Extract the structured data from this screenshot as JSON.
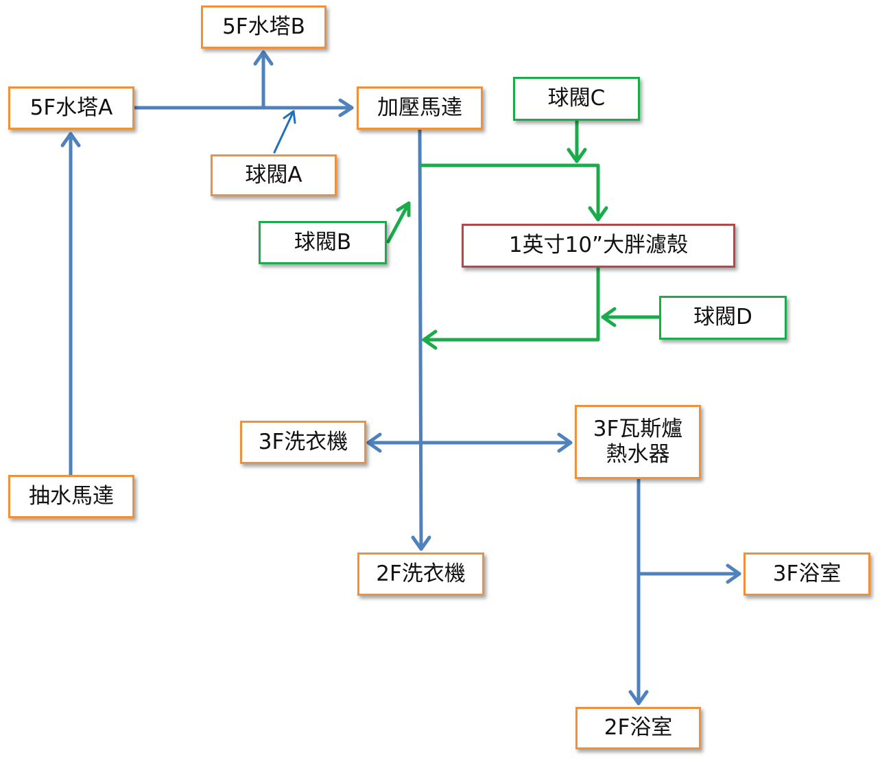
{
  "colors": {
    "orange_border": "#f0913a",
    "green_border": "#1aac4a",
    "red_border": "#b5474a",
    "blue_pipe": "#4f81bd",
    "green_pipe": "#1aac4a"
  },
  "nodes": {
    "tower_b": "5F水塔B",
    "tower_a": "5F水塔A",
    "booster": "加壓馬達",
    "valve_a": "球閥A",
    "valve_b": "球閥B",
    "valve_c": "球閥C",
    "valve_d": "球閥D",
    "filter": "1英寸10”大胖濾殼",
    "washer_3f": "3F洗衣機",
    "heater_line1": "3F瓦斯爐",
    "heater_line2": "熱水器",
    "pump": "抽水馬達",
    "washer_2f": "2F洗衣機",
    "bath_3f": "3F浴室",
    "bath_2f": "2F浴室"
  }
}
